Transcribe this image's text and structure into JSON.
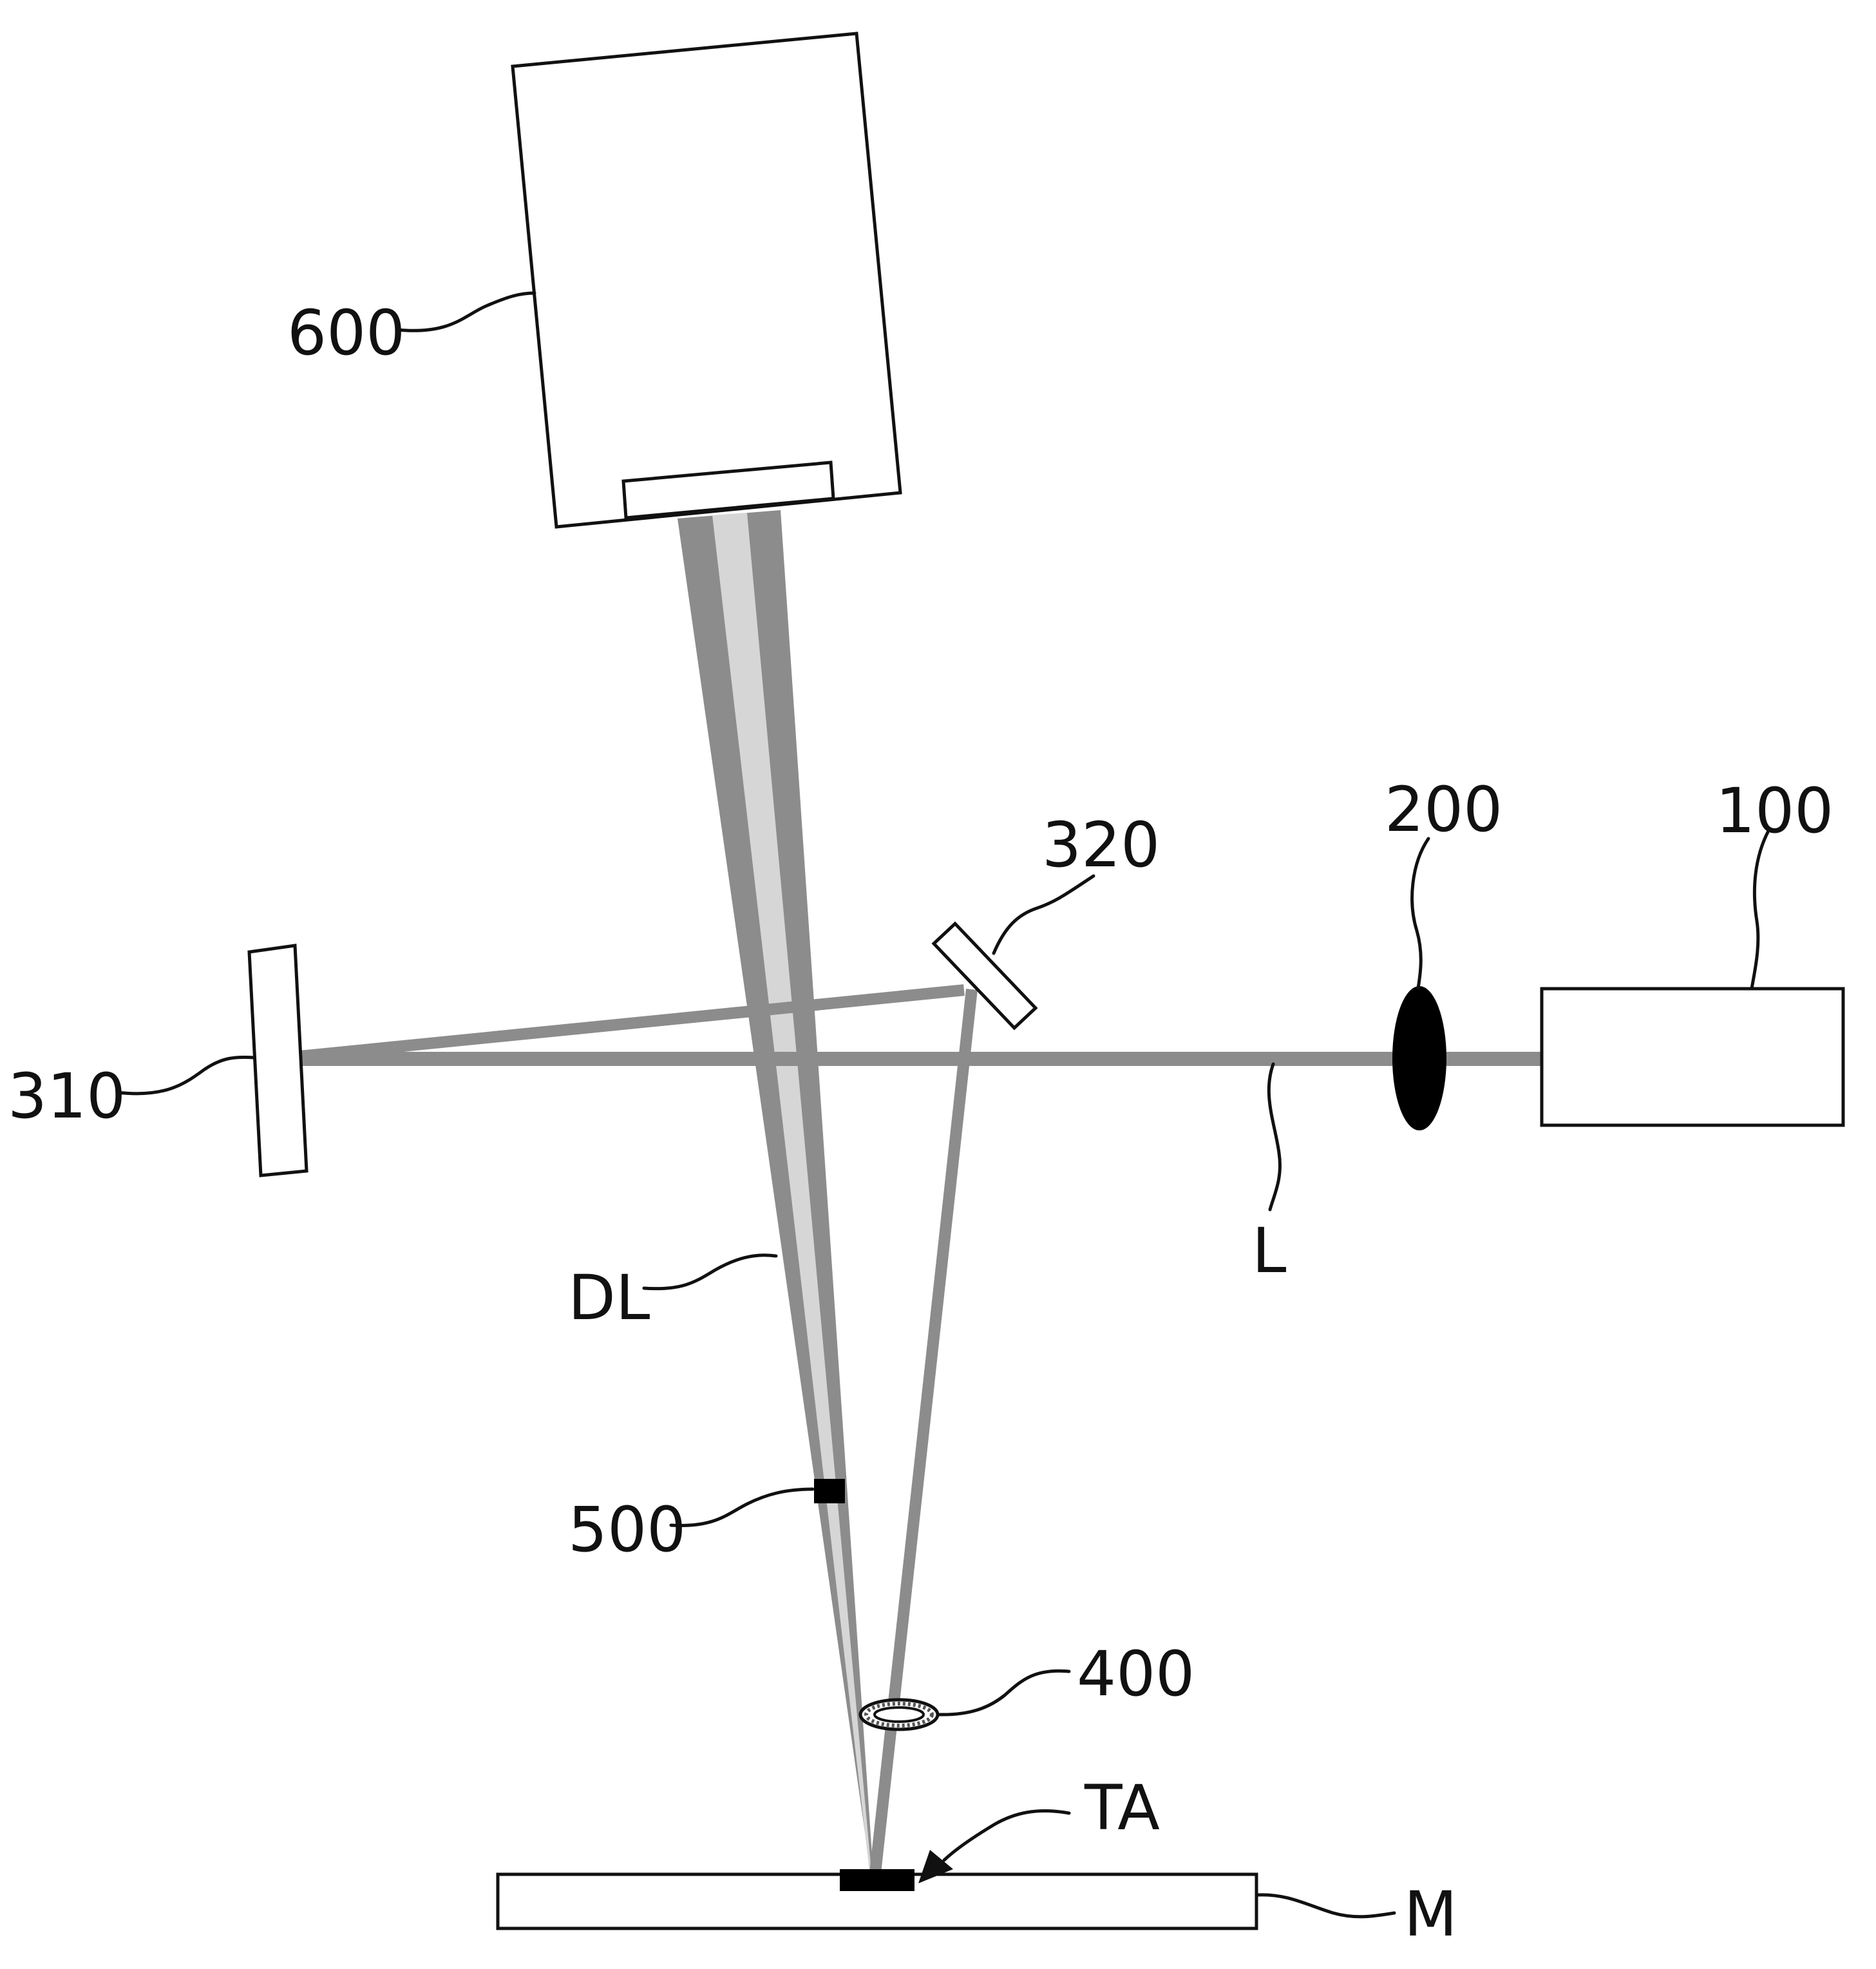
{
  "labels": {
    "detector": "600",
    "mirror_310": "310",
    "mirror_320": "320",
    "lens_200": "200",
    "laser_100": "100",
    "beam_L": "L",
    "diffracted_DL": "DL",
    "element_500": "500",
    "element_400": "400",
    "target_TA": "TA",
    "substrate_M": "M"
  },
  "colors": {
    "line": "#111111",
    "beam": "#8c8c8c",
    "beam_light": "#d4d4d4",
    "solid": "#000000",
    "fill": "#ffffff"
  }
}
